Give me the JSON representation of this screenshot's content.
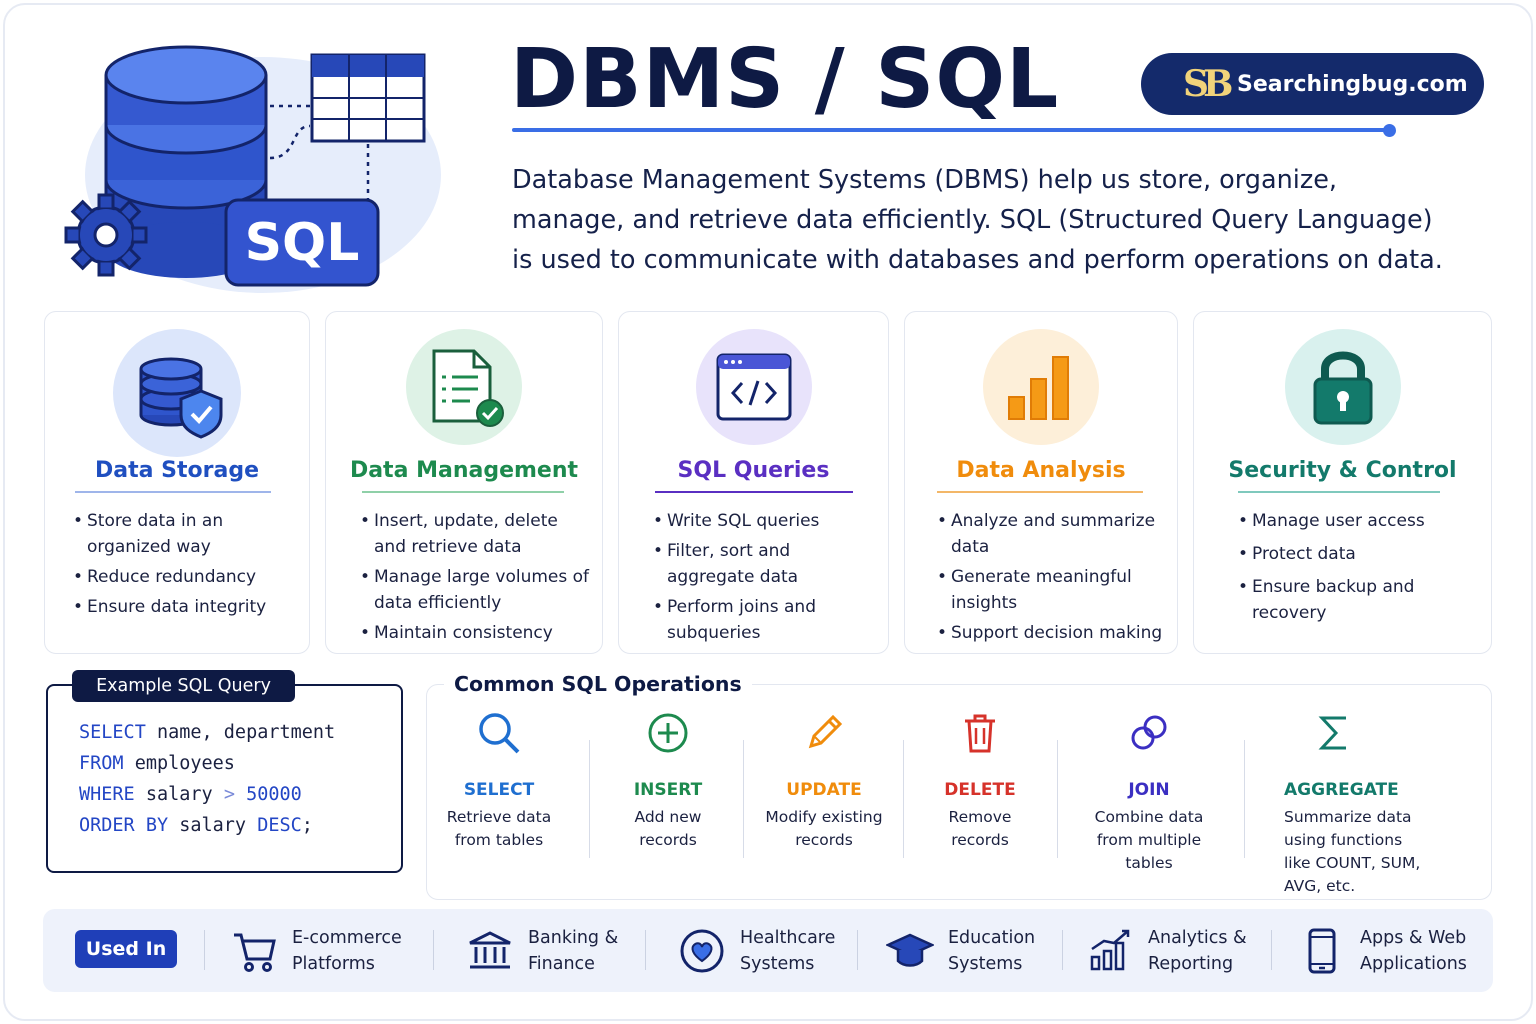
{
  "header": {
    "title": "DBMS / SQL",
    "brand": {
      "logo": "SB",
      "name": "Searchingbug.com"
    },
    "intro": "Database Management Systems (DBMS) help us store, organize, manage, and retrieve data efficiently. SQL (Structured Query Language) is used to communicate with databases and perform operations on data.",
    "hero_badge": "SQL"
  },
  "features": [
    {
      "title": "Data Storage",
      "color": "#1f4fc0",
      "icon": "database-shield-icon",
      "bullets": [
        "Store data in an organized way",
        "Reduce redundancy",
        "Ensure data integrity"
      ]
    },
    {
      "title": "Data Management",
      "color": "#1d8a4e",
      "icon": "document-check-icon",
      "bullets": [
        "Insert, update, delete and retrieve data",
        "Manage large volumes of data efficiently",
        "Maintain consistency"
      ]
    },
    {
      "title": "SQL Queries",
      "color": "#5a2fc2",
      "icon": "code-window-icon",
      "bullets": [
        "Write SQL queries",
        "Filter, sort and aggregate data",
        "Perform joins and subqueries"
      ]
    },
    {
      "title": "Data Analysis",
      "color": "#f08c0c",
      "icon": "bar-chart-icon",
      "bullets": [
        "Analyze and summarize data",
        "Generate meaningful insights",
        "Support decision making"
      ]
    },
    {
      "title": "Security & Control",
      "color": "#137a6b",
      "icon": "padlock-icon",
      "bullets": [
        "Manage user access",
        "Protect data",
        "Ensure backup and recovery"
      ]
    }
  ],
  "example": {
    "label": "Example SQL Query",
    "lines": [
      {
        "kw": "SELECT",
        "rest": " name, department"
      },
      {
        "kw": "FROM",
        "rest": " employees"
      },
      {
        "kw": "WHERE",
        "rest": " salary ",
        "op": ">",
        "num": " 50000"
      },
      {
        "kw": "ORDER BY",
        "rest": " salary ",
        "kw2": "DESC",
        "end": ";"
      }
    ]
  },
  "operations": {
    "title": "Common SQL Operations",
    "items": [
      {
        "name": "SELECT",
        "desc": "Retrieve data from tables",
        "color": "#1f6fd0",
        "icon": "magnifier-icon"
      },
      {
        "name": "INSERT",
        "desc": "Add new records",
        "color": "#1d8a4e",
        "icon": "plus-circle-icon"
      },
      {
        "name": "UPDATE",
        "desc": "Modify existing records",
        "color": "#f08c0c",
        "icon": "pencil-icon"
      },
      {
        "name": "DELETE",
        "desc": "Remove records",
        "color": "#d6322a",
        "icon": "trash-icon"
      },
      {
        "name": "JOIN",
        "desc": "Combine data from multiple tables",
        "color": "#3b2fc2",
        "icon": "link-icon"
      },
      {
        "name": "AGGREGATE",
        "desc": "Summarize data using functions like COUNT, SUM, AVG, etc.",
        "color": "#137a6b",
        "icon": "sigma-icon"
      }
    ]
  },
  "used_in": {
    "label": "Used In",
    "items": [
      {
        "label": "E-commerce\nPlatforms",
        "icon": "cart-icon"
      },
      {
        "label": "Banking &\nFinance",
        "icon": "bank-icon"
      },
      {
        "label": "Healthcare\nSystems",
        "icon": "heart-icon"
      },
      {
        "label": "Education\nSystems",
        "icon": "graduation-cap-icon"
      },
      {
        "label": "Analytics &\nReporting",
        "icon": "analytics-icon"
      },
      {
        "label": "Apps & Web\nApplications",
        "icon": "phone-icon"
      }
    ]
  }
}
